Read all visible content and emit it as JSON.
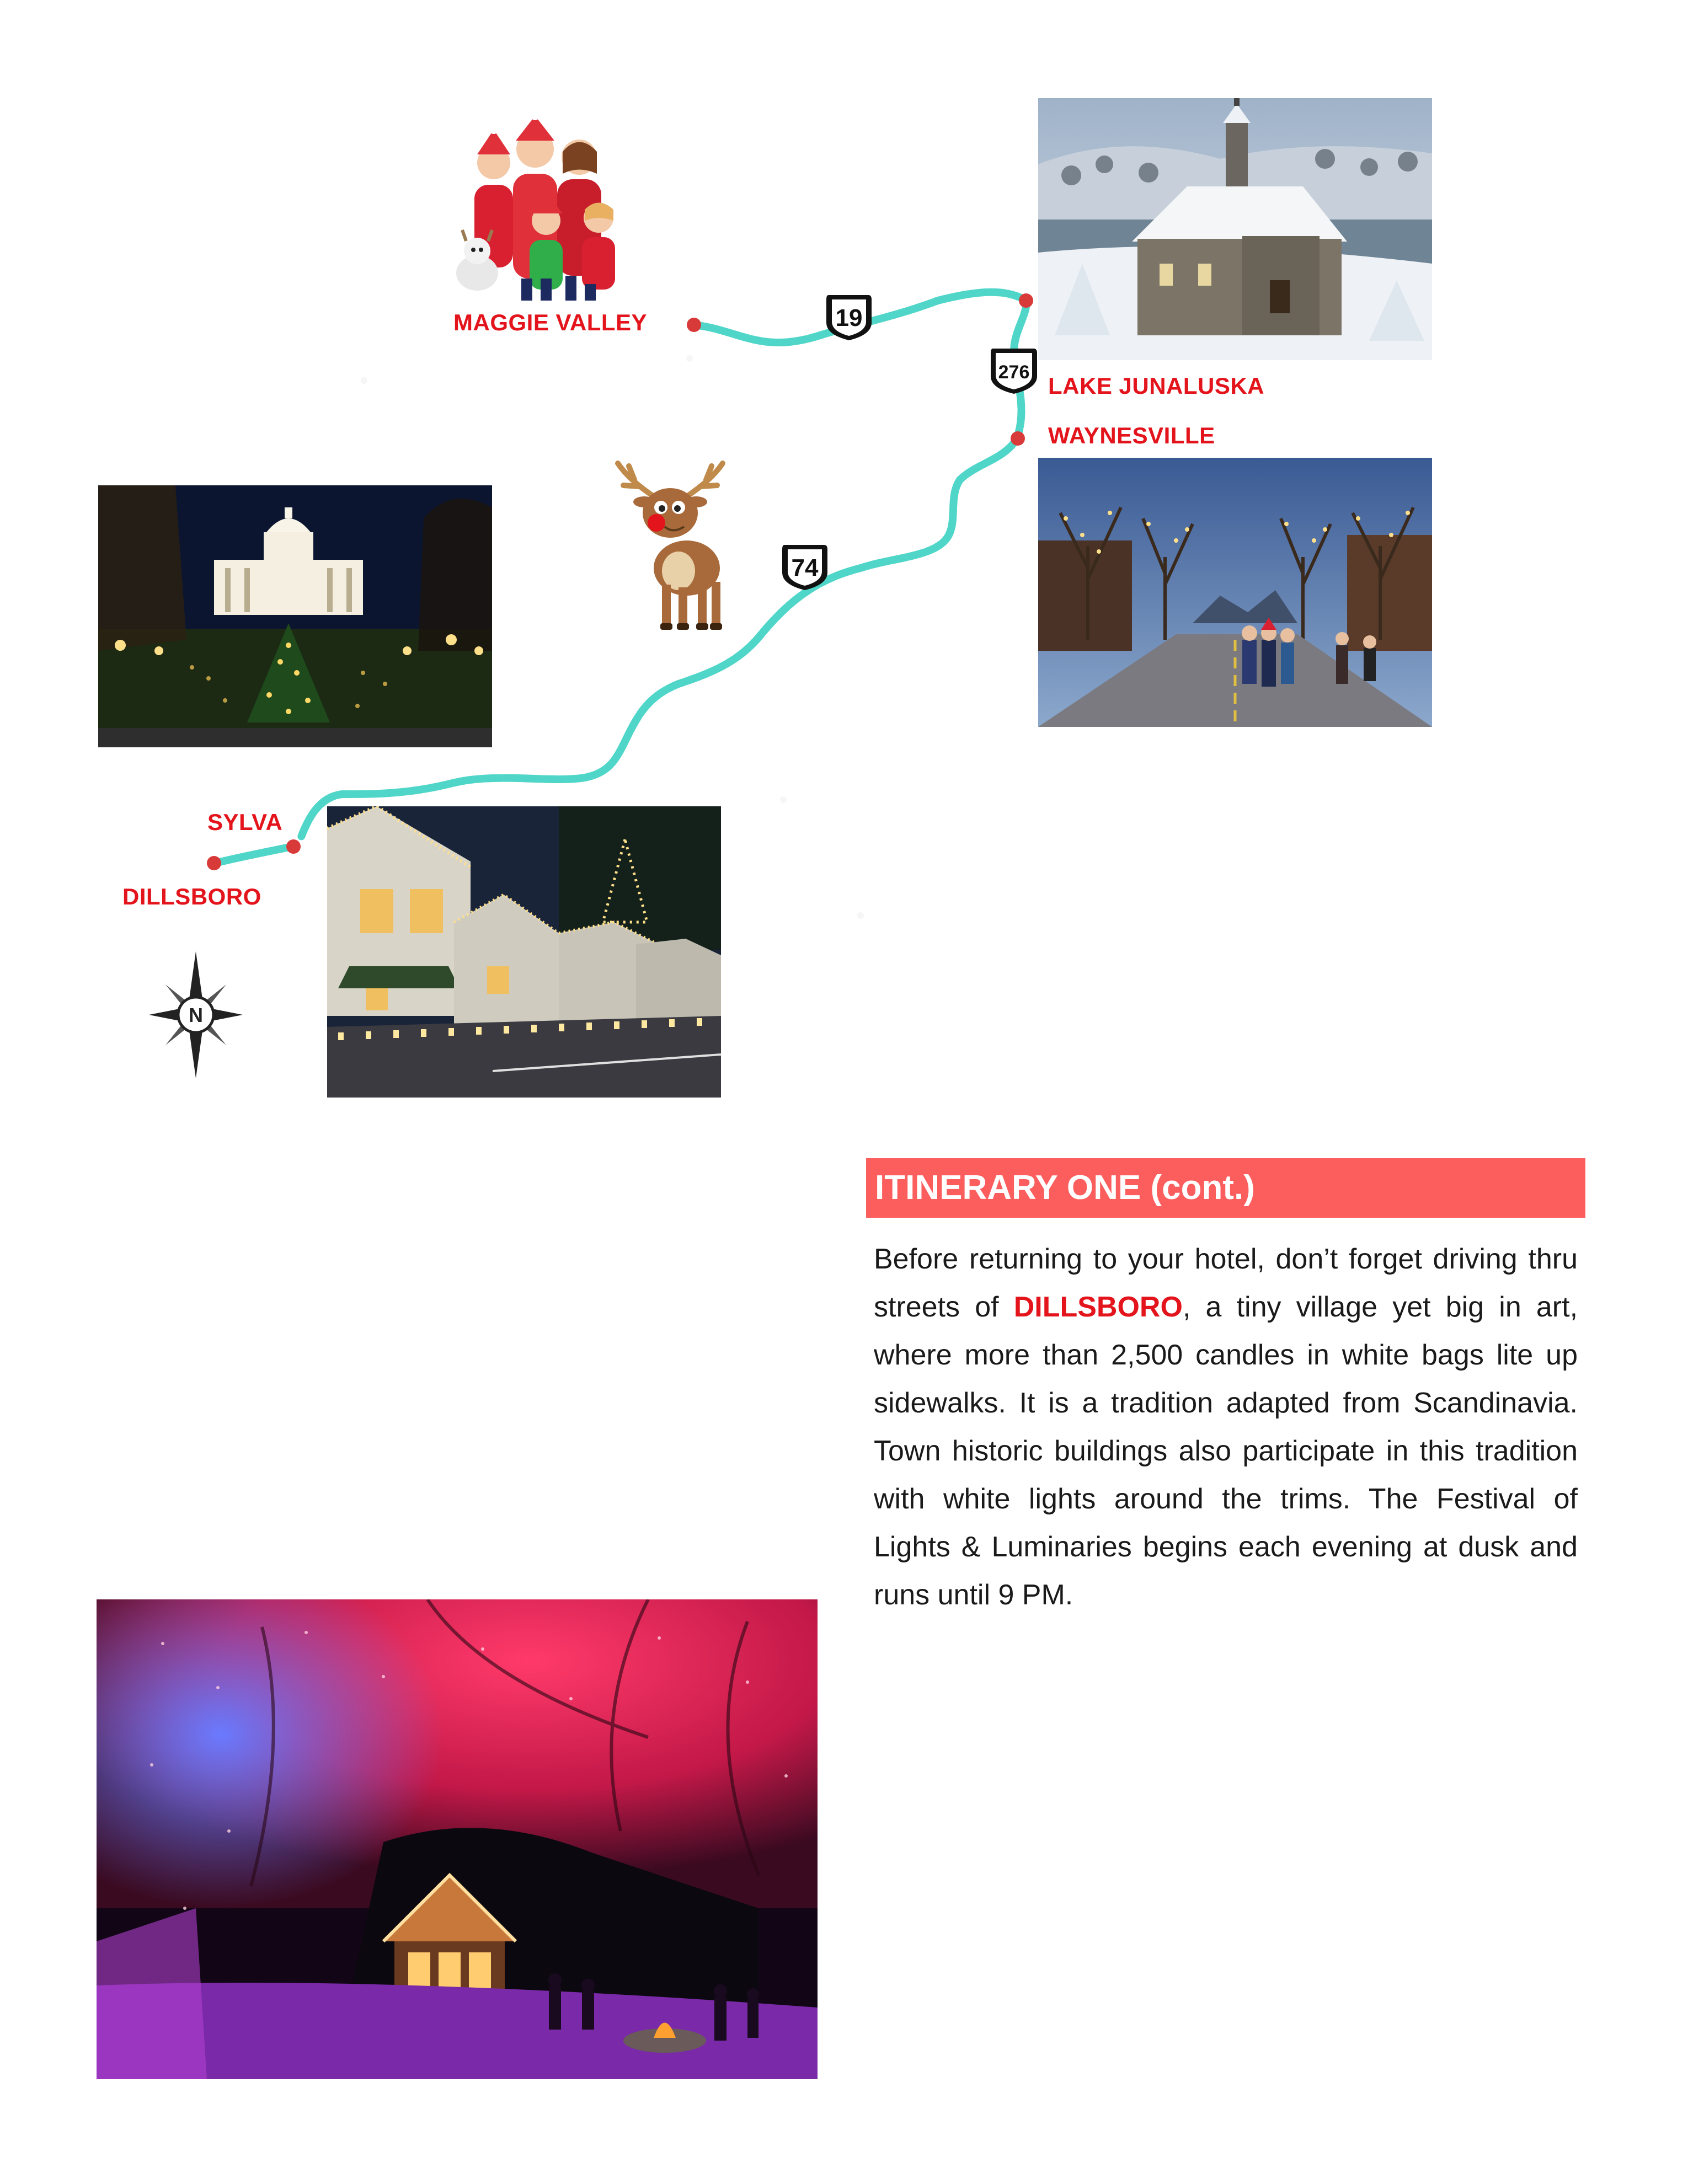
{
  "map": {
    "towns": {
      "maggie_valley": "MAGGIE VALLEY",
      "lake_junaluska": "LAKE JUNALUSKA",
      "waynesville": "WAYNESVILLE",
      "sylva": "SYLVA",
      "dillsboro": "DILLSBORO"
    },
    "routes": {
      "us19": "19",
      "us276": "276",
      "us74": "74"
    },
    "compass_letter": "N",
    "route_color": "#4fd6c8",
    "marker_color": "#d83a3a"
  },
  "photos": {
    "family": "christmas-family-cartoon",
    "chapel": "snowy-stone-chapel",
    "courthouse": "lit-courthouse-with-tree",
    "street": "waynesville-festive-street",
    "reindeer": "cartoon-reindeer",
    "village": "dillsboro-luminaries-houses",
    "lights": "festival-of-lights-trees"
  },
  "section": {
    "header": "ITINERARY ONE (cont.)",
    "text_before": "Before returning to your hotel, don’t forget driving thru streets of ",
    "highlight": "DILLSBORO",
    "text_after": ", a tiny village yet big in art, where more than 2,500 candles in white bags lite up sidewalks. It is a tradition adapted from Scandinavia. Town historic buildings also participate in this tradition with white lights around the trims. The Festival of Lights & Luminaries begins each evening at dusk and runs until 9 PM."
  },
  "colors": {
    "header_bg": "#fc5d5d",
    "accent_red": "#e3141b"
  }
}
